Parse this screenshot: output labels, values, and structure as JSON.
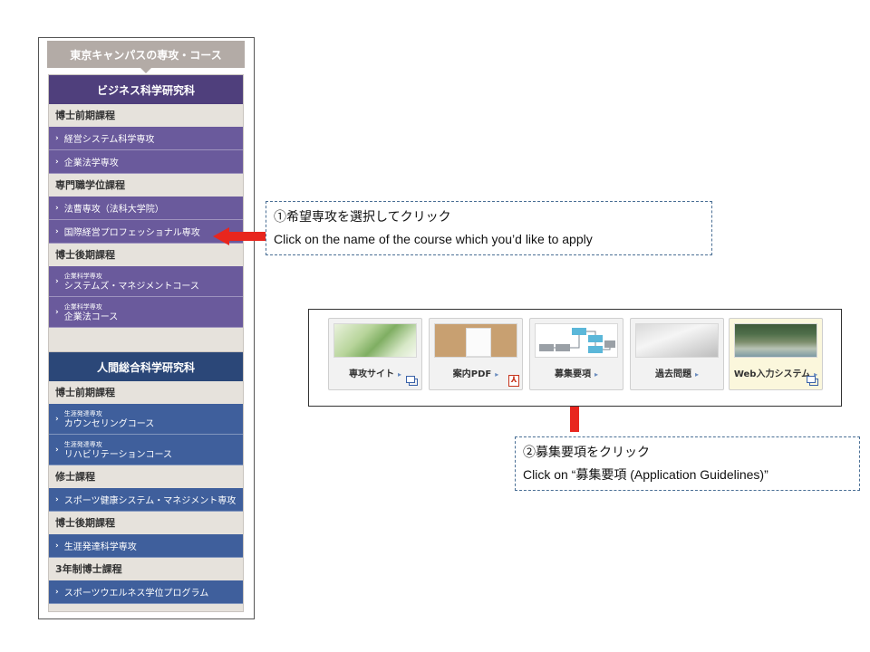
{
  "nav": {
    "campus_title": "東京キャンパスの専攻・コース",
    "schools": [
      {
        "title": "ビジネス科学研究科",
        "sections": [
          {
            "label": "博士前期課程",
            "courses": [
              {
                "name": "経営システム科学専攻"
              },
              {
                "name": "企業法学専攻"
              }
            ]
          },
          {
            "label": "専門職学位課程",
            "courses": [
              {
                "name": "法曹専攻（法科大学院）"
              },
              {
                "name": "国際経営プロフェッショナル専攻"
              }
            ]
          },
          {
            "label": "博士後期課程",
            "courses": [
              {
                "sub": "企業科学専攻",
                "name": "システムズ・マネジメントコース"
              },
              {
                "sub": "企業科学専攻",
                "name": "企業法コース"
              }
            ]
          }
        ]
      },
      {
        "title": "人間総合科学研究科",
        "sections": [
          {
            "label": "博士前期課程",
            "courses": [
              {
                "sub": "生涯発達専攻",
                "name": "カウンセリングコース"
              },
              {
                "sub": "生涯発達専攻",
                "name": "リハビリテーションコース"
              }
            ]
          },
          {
            "label": "修士課程",
            "courses": [
              {
                "name": "スポーツ健康システム・マネジメント専攻"
              }
            ]
          },
          {
            "label": "博士後期課程",
            "courses": [
              {
                "name": "生涯発達科学専攻"
              }
            ]
          },
          {
            "label": "3年制博士課程",
            "courses": [
              {
                "name": "スポーツウエルネス学位プログラム"
              }
            ]
          }
        ]
      }
    ],
    "chevron": "›"
  },
  "callouts": {
    "step1_jp": "①希望専攻を選択してクリック",
    "step1_en": "Click on the name of the course which you’d like to apply",
    "step2_jp": "②募集要項をクリック",
    "step2_en": "Click on “募集要項 (Application Guidelines)”"
  },
  "buttons": {
    "major_site": "専攻サイト",
    "guide_pdf": "案内PDF",
    "guidelines": "募集要項",
    "past_exams": "過去問題",
    "web_entry": "Web入力システム",
    "arrow": "▸",
    "pdf_glyph": "⅄"
  },
  "colors": {
    "business_header": "#4f3f7c",
    "business_item": "#6a5a9c",
    "human_header": "#2b4778",
    "human_item": "#3f5f9c",
    "campus_header": "#b3aba6",
    "arrow_red": "#e8261e",
    "callout_border": "#4a6f95"
  }
}
